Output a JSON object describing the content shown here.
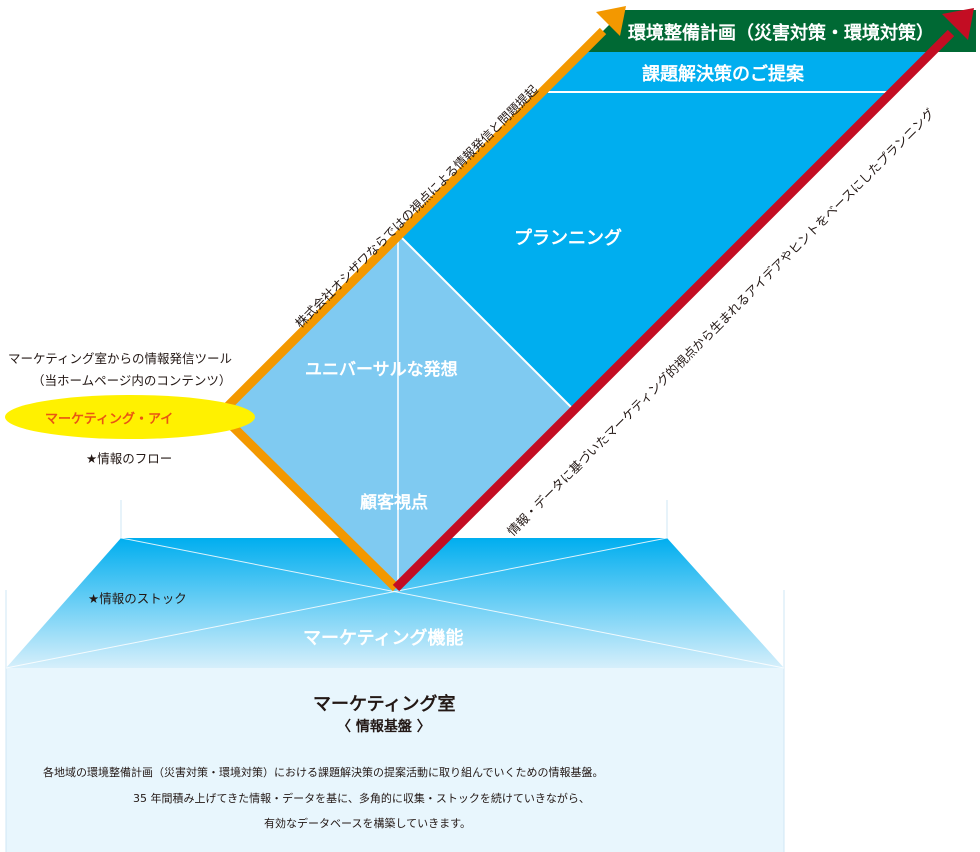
{
  "colors": {
    "cyan": "#00aeef",
    "light_blue": "#7fcaf1",
    "green": "#006934",
    "orange": "#f39800",
    "crimson": "#c30d23",
    "yellow": "#fff100",
    "base_blue": "#e8f6fd"
  },
  "top": {
    "plan_title": "環境整備計画（災害対策・環境対策）",
    "proposal": "課題解決策のご提案"
  },
  "diamond": {
    "planning": "プランニング",
    "universal": "ユニバーサルな発想",
    "customer": "顧客視点"
  },
  "arrows": {
    "orange_text": "株式会社オシザワならではの視点による情報発信と問題提起",
    "red_text": "情報・データに基づいたマーケティング的視点から生まれるアイデアやヒントをベースにしたプランニング"
  },
  "left": {
    "tool_line1": "マーケティング室からの情報発信ツール",
    "tool_line2": "（当ホームページ内のコンテンツ）",
    "ellipse_label": "マーケティング・アイ",
    "flow_label": "★情報のフロー"
  },
  "base": {
    "stock_label": "★情報のストック",
    "function_label": "マーケティング機能",
    "room_title": "マーケティング室",
    "room_subtitle": "〈 情報基盤 〉",
    "desc_line1": "各地域の環境整備計画（災害対策・環境対策）における課題解決策の提案活動に取り組んでいくための情報基盤。",
    "desc_line2": "35 年間積み上げてきた情報・データを基に、多角的に収集・ストックを続けていきながら、",
    "desc_line3": "有効なデータベースを構築していきます。"
  }
}
